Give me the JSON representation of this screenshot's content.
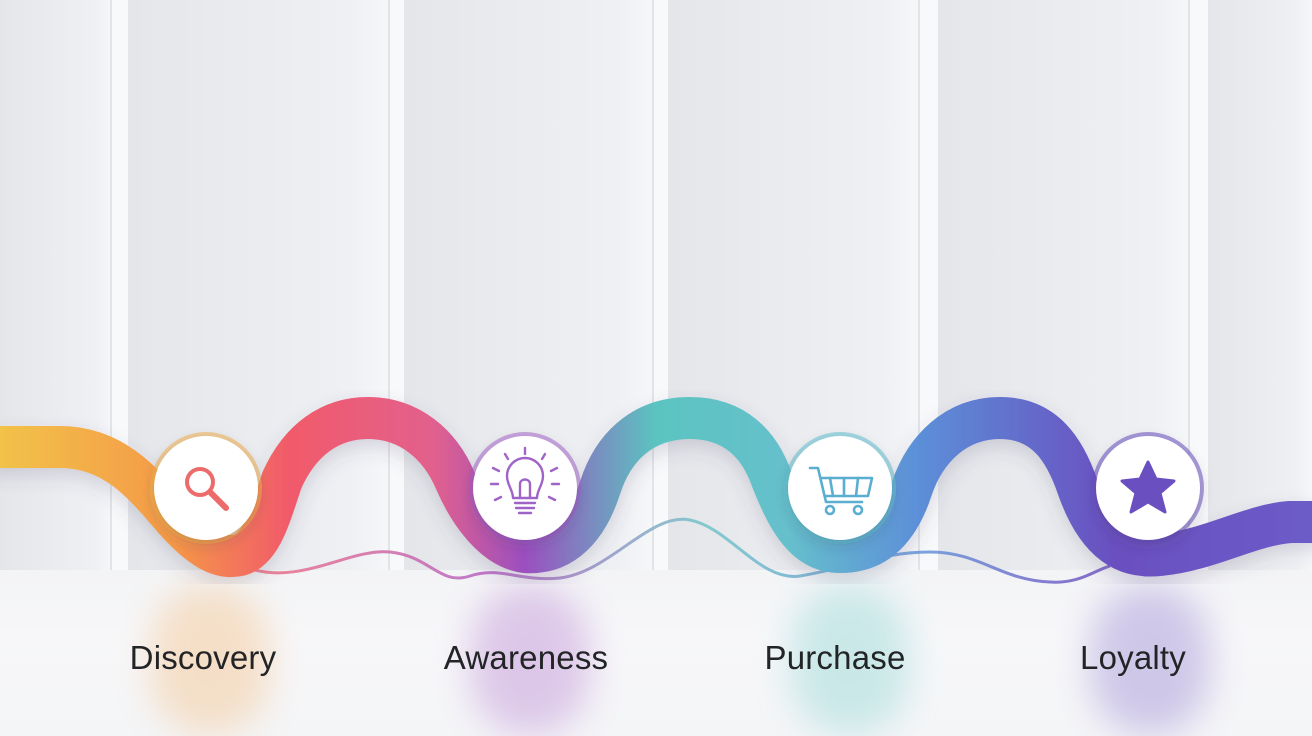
{
  "stages": [
    {
      "label": "Discovery",
      "icon": "search-icon",
      "color": "#f0616a"
    },
    {
      "label": "Awareness",
      "icon": "lightbulb-icon",
      "color": "#9a4fbf"
    },
    {
      "label": "Purchase",
      "icon": "shopping-cart-icon",
      "color": "#5fb5d6"
    },
    {
      "label": "Loyalty",
      "icon": "star-icon",
      "color": "#6a4fc0"
    }
  ],
  "colors": {
    "background": "#eceef1",
    "ribbon_start": "#f2c24a",
    "ribbon_red": "#f15a6a",
    "ribbon_purple": "#9b4fc0",
    "ribbon_teal": "#5bc4c0",
    "ribbon_blue": "#5c8fd8",
    "ribbon_end": "#6a4fc0",
    "label_text": "#222426"
  }
}
